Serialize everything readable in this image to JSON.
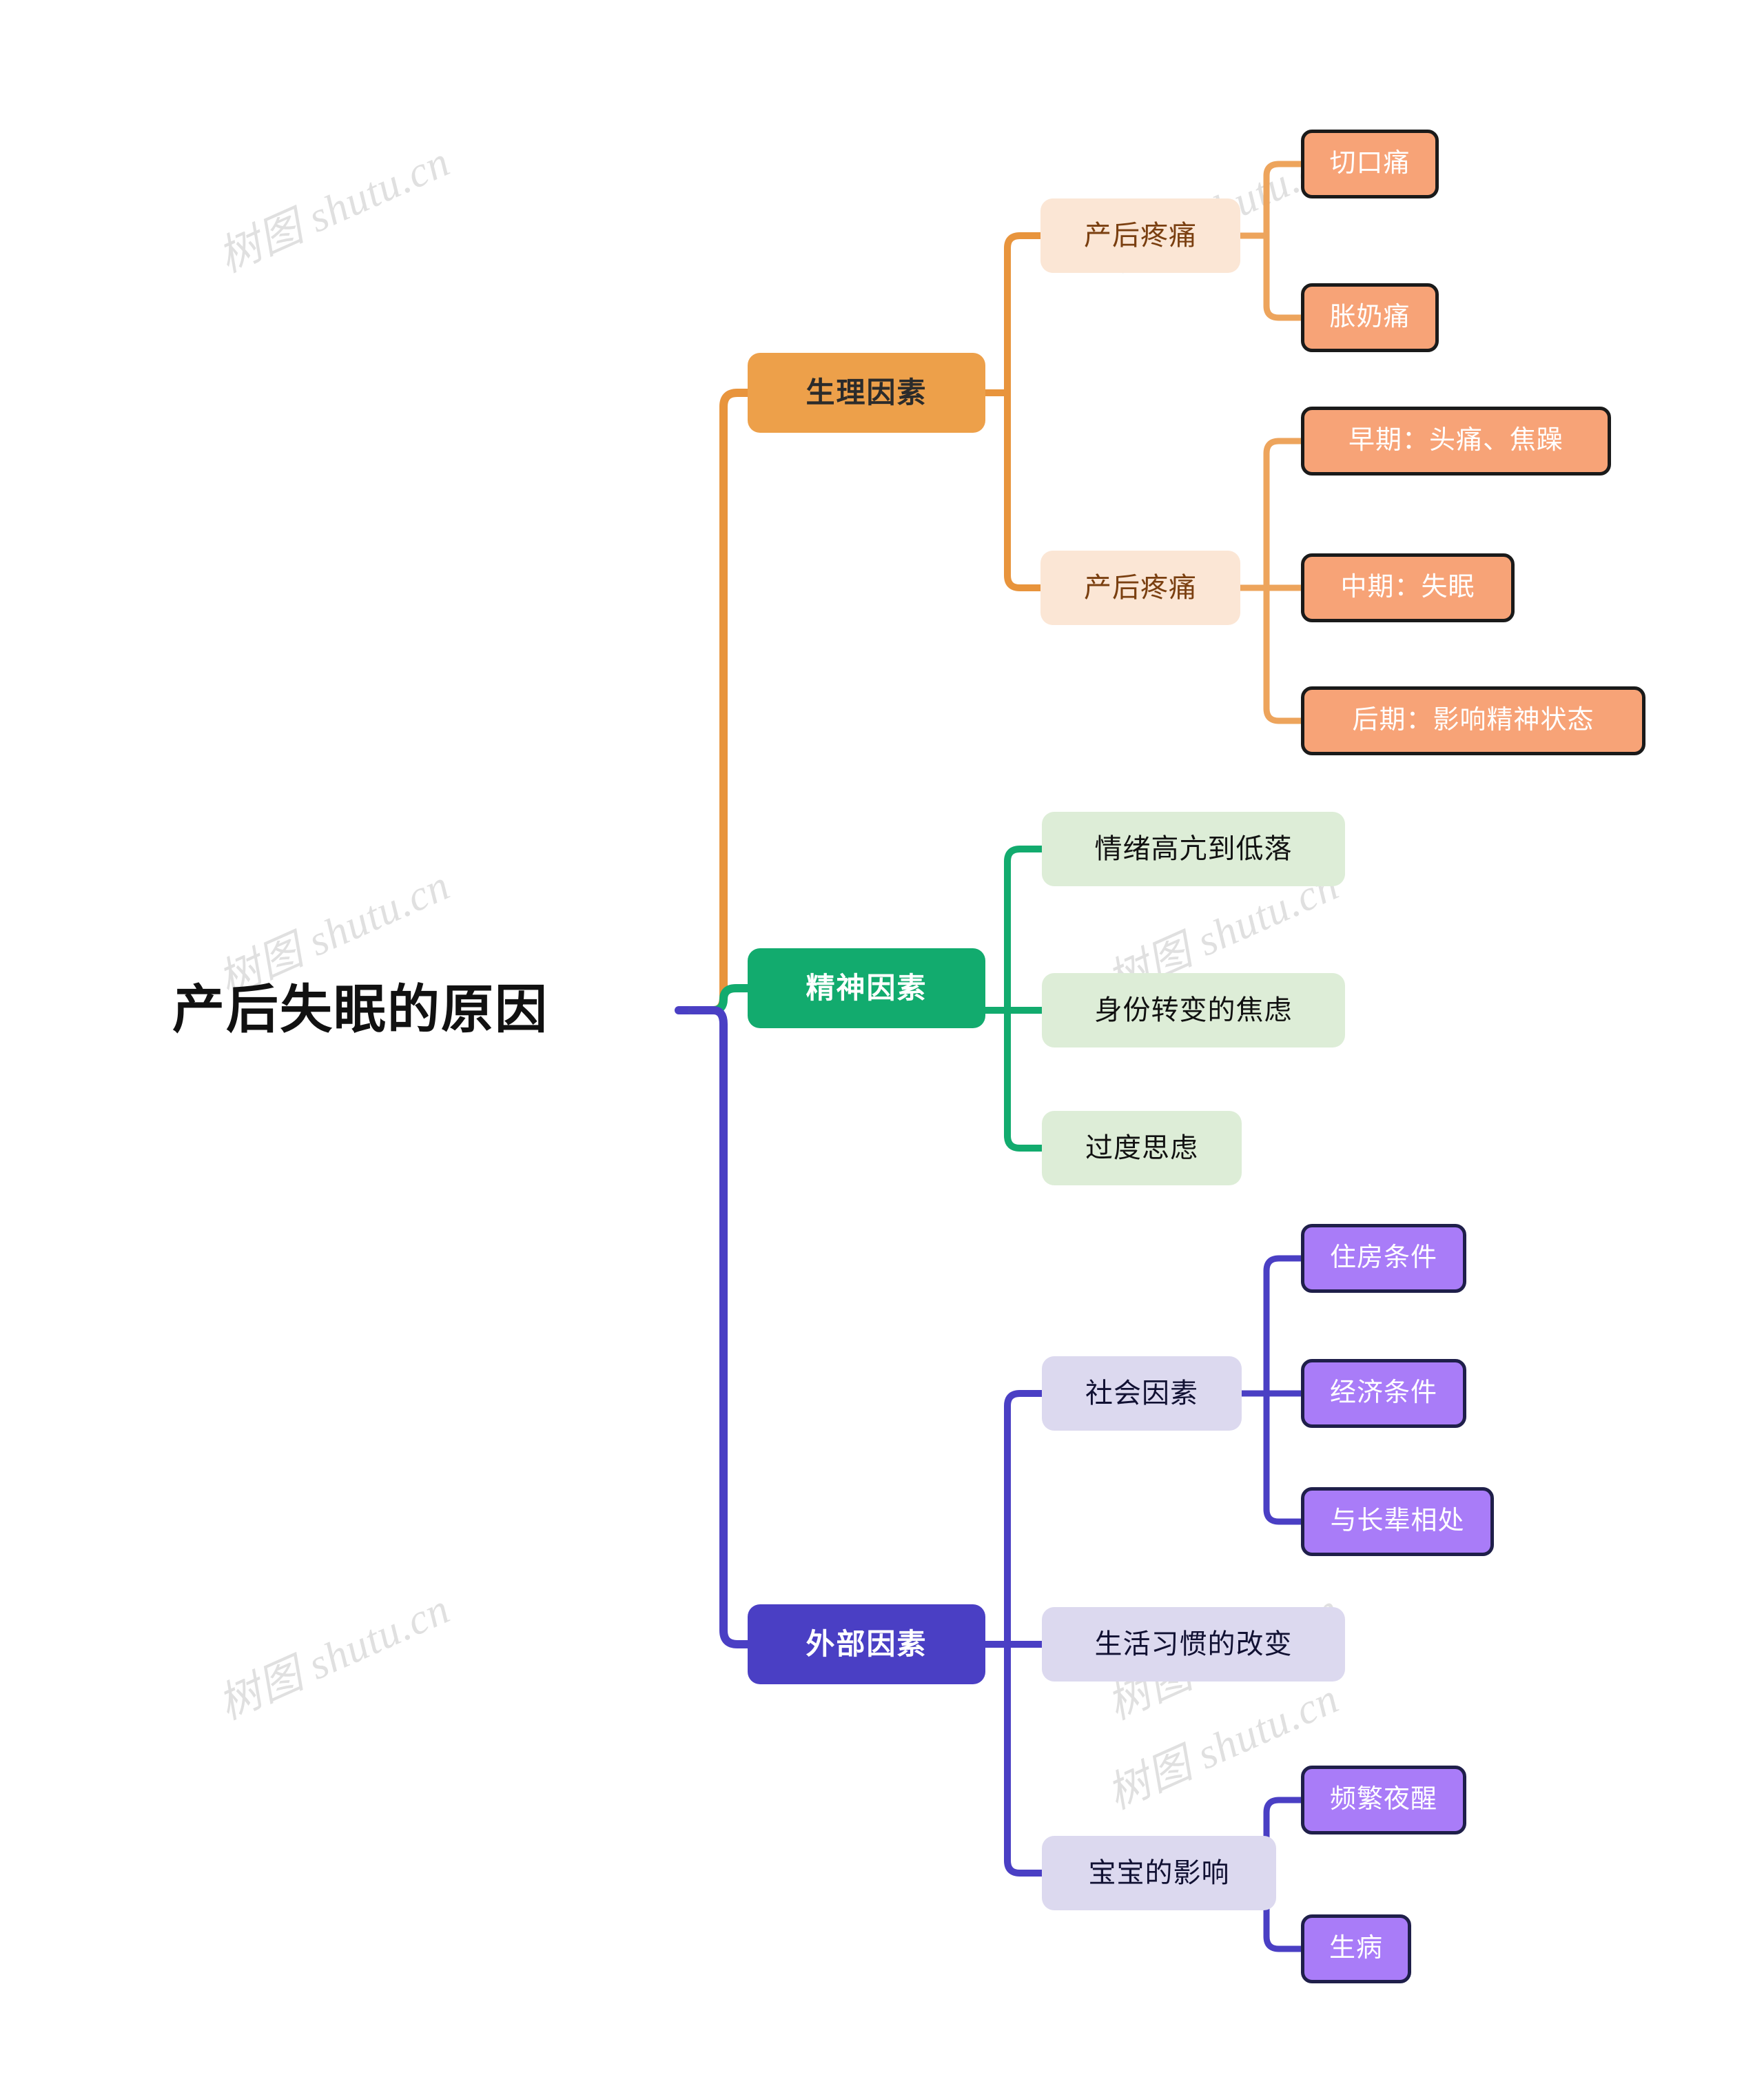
{
  "title": "产后失眠的原因",
  "watermark": {
    "text": "树图 shutu.cn"
  },
  "colors": {
    "branch_physiological": "#e8943c",
    "branch_mental": "#12ab6e",
    "branch_external": "#4a3fc4",
    "node_orange": "#eda04a",
    "node_green": "#12ab6e",
    "node_purple": "#4a3fc4",
    "node_peach": "#fbe6d5",
    "node_mint": "#ddedd7",
    "node_lavender": "#dcd9ef",
    "node_salmon": "#f7a377",
    "node_violet": "#a97cf8",
    "root_text": "#111111",
    "watermark": "#e0e0e0"
  },
  "branches": [
    {
      "id": "physiological",
      "label": "生理因素",
      "children": [
        {
          "id": "pain-1",
          "label": "产后疼痛",
          "children": [
            {
              "id": "incision-pain",
              "label": "切口痛"
            },
            {
              "id": "engorgement-pain",
              "label": "胀奶痛"
            }
          ]
        },
        {
          "id": "pain-2",
          "label": "产后疼痛",
          "children": [
            {
              "id": "early-stage",
              "label": "早期：头痛、焦躁"
            },
            {
              "id": "mid-stage",
              "label": "中期：失眠"
            },
            {
              "id": "late-stage",
              "label": "后期：影响精神状态"
            }
          ]
        }
      ]
    },
    {
      "id": "mental",
      "label": "精神因素",
      "children": [
        {
          "id": "mood-swing",
          "label": "情绪高亢到低落",
          "children": []
        },
        {
          "id": "identity-anxiety",
          "label": "身份转变的焦虑",
          "children": []
        },
        {
          "id": "overthinking",
          "label": "过度思虑",
          "children": []
        }
      ]
    },
    {
      "id": "external",
      "label": "外部因素",
      "children": [
        {
          "id": "social",
          "label": "社会因素",
          "children": [
            {
              "id": "housing",
              "label": "住房条件"
            },
            {
              "id": "economy",
              "label": "经济条件"
            },
            {
              "id": "elders",
              "label": "与长辈相处"
            }
          ]
        },
        {
          "id": "habit-change",
          "label": "生活习惯的改变",
          "children": []
        },
        {
          "id": "baby-impact",
          "label": "宝宝的影响",
          "children": [
            {
              "id": "night-waking",
              "label": "频繁夜醒"
            },
            {
              "id": "illness",
              "label": "生病"
            }
          ]
        }
      ]
    }
  ]
}
